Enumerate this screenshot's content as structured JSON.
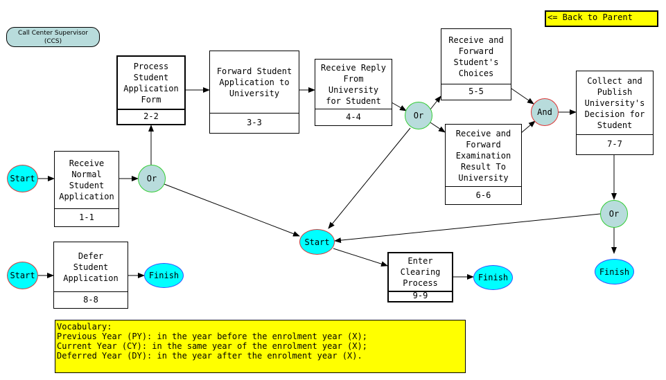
{
  "supervisor": {
    "line1": "Call Center Supervisor",
    "line2": "(CCS)"
  },
  "back_link": "<= Back to Parent",
  "tasks": [
    {
      "key": "receive-normal",
      "title": "Receive\nNormal\nStudent\nApplication",
      "num": "1-1"
    },
    {
      "key": "process-form",
      "title": "Process\nStudent\nApplication\nForm",
      "num": "2-2"
    },
    {
      "key": "forward-app",
      "title": "Forward Student\nApplication to\nUniversity",
      "num": "3-3"
    },
    {
      "key": "receive-reply",
      "title": "Receive Reply\nFrom\nUniversity\nfor Student",
      "num": "4-4"
    },
    {
      "key": "forward-choices",
      "title": "Receive and\nForward\nStudent's\nChoices",
      "num": "5-5"
    },
    {
      "key": "forward-exam",
      "title": "Receive and\nForward\nExamination\nResult To\nUniversity",
      "num": "6-6"
    },
    {
      "key": "collect-publish",
      "title": "Collect and\nPublish\nUniversity's\nDecision for\nStudent",
      "num": "7-7"
    },
    {
      "key": "defer",
      "title": "Defer\nStudent\nApplication",
      "num": "8-8"
    },
    {
      "key": "clearing",
      "title": "Enter\nClearing\nProcess",
      "num": "9-9"
    }
  ],
  "labels": {
    "start": "Start",
    "finish": "Finish",
    "or": "Or",
    "and": "And"
  },
  "vocabulary": [
    "Vocabulary:",
    "Previous Year (PY): in the year before the enrolment year (X);",
    "Current Year (CY): in the same year of the enrolment year (X);",
    "Deferred Year (DY): in the year after the enrolment year (X)."
  ]
}
